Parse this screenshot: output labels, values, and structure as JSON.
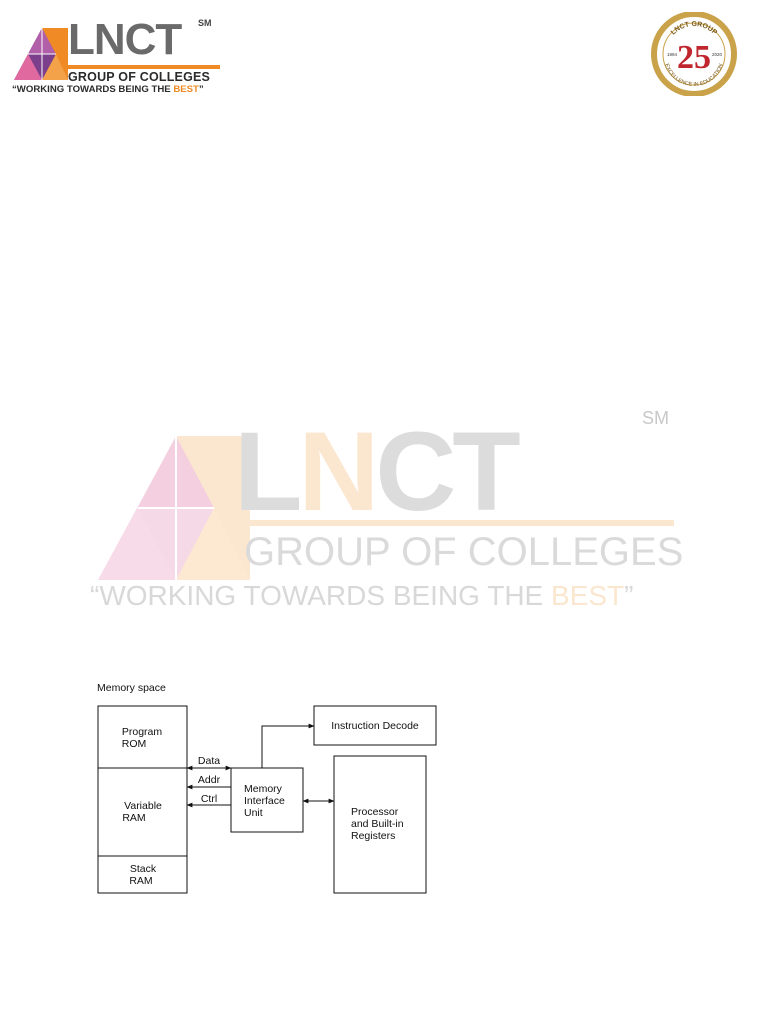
{
  "header": {
    "logo_word": "LNCT",
    "logo_sm": "SM",
    "logo_sub": "GROUP OF COLLEGES",
    "tagline_main": "“WORKING TOWARDS BEING THE ",
    "tagline_best": "BEST",
    "tagline_end": "”"
  },
  "badge": {
    "top_text": "LNCT GROUP",
    "number": "25",
    "year_left": "1994",
    "year_right": "2020",
    "bottom_text": "EXCELLENCE IN EDUCATION"
  },
  "watermark": {
    "word_l": "L",
    "word_n": "N",
    "word_ct": "CT",
    "sm": "SM",
    "sub": "GROUP OF COLLEGES",
    "tagline_main": "“WORKING TOWARDS BEING THE ",
    "tagline_best": "BEST",
    "tagline_end": "”"
  },
  "diagram": {
    "title": "Memory space",
    "program_rom": [
      "Program",
      "ROM"
    ],
    "variable_ram": [
      "Variable",
      "RAM"
    ],
    "stack_ram": [
      "Stack",
      "RAM"
    ],
    "data_label": "Data",
    "addr_label": "Addr",
    "ctrl_label": "Ctrl",
    "miu": [
      "Memory",
      "Interface",
      "Unit"
    ],
    "instruction_decode": "Instruction Decode",
    "processor": [
      "Processor",
      "and Built-in",
      "Registers"
    ]
  },
  "colors": {
    "brand_orange": "#f08a24",
    "brand_purple": "#7b3f8c",
    "brand_gray": "#6a6a6a",
    "badge_gold": "#c9a24a",
    "badge_red": "#c0262d"
  }
}
